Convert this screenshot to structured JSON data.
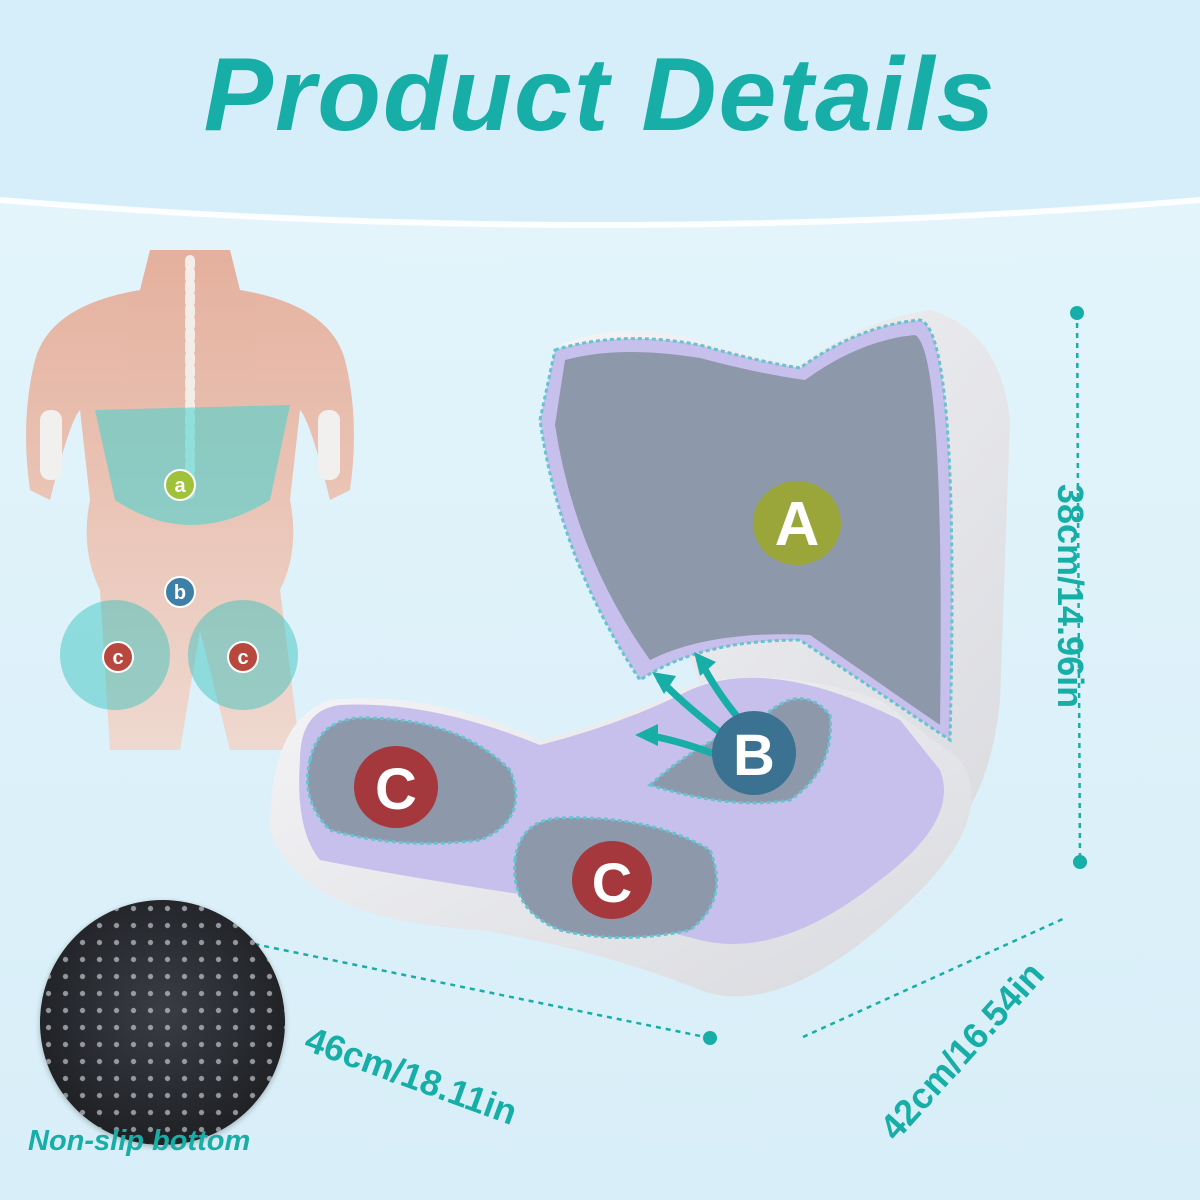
{
  "title": "Product Details",
  "anatomy": {
    "labels": [
      "a",
      "b",
      "c",
      "c"
    ]
  },
  "cushion": {
    "zones": [
      "A",
      "B",
      "C",
      "C"
    ],
    "colors": {
      "zone_a": "#9aa63a",
      "zone_b": "#3b7191",
      "zone_c": "#a4383d",
      "accent": "#16aea6",
      "lavender": "#c7c0ec",
      "gray_pad": "#8d98ab"
    }
  },
  "dimensions": {
    "height": "38cm/14.96in",
    "width": "46cm/18.11in",
    "depth": "42cm/16.54in"
  },
  "bottom": {
    "label": "Non-slip bottom"
  }
}
